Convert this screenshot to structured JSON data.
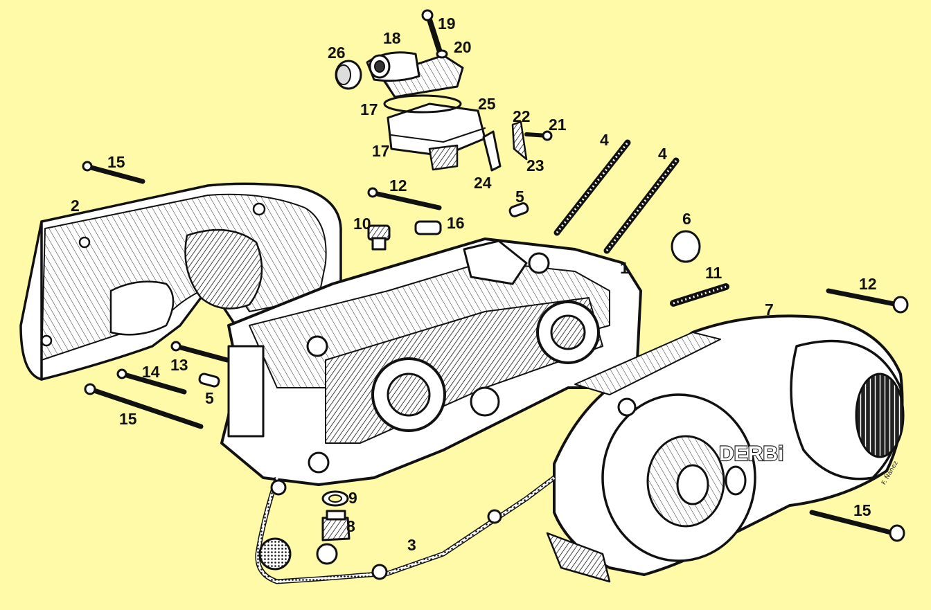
{
  "colors": {
    "background": "#FFFAA8",
    "ink": "#111111",
    "paper": "#FFFFFF",
    "shade": "#BDBDBD"
  },
  "diagram": {
    "brand_mark": "DERBi",
    "signature": "F. Ñánez",
    "callouts": [
      {
        "id": "c1",
        "text": "1"
      },
      {
        "id": "c2",
        "text": "2"
      },
      {
        "id": "c3",
        "text": "3"
      },
      {
        "id": "c4a",
        "text": "4"
      },
      {
        "id": "c4b",
        "text": "4"
      },
      {
        "id": "c5a",
        "text": "5"
      },
      {
        "id": "c5b",
        "text": "5"
      },
      {
        "id": "c6",
        "text": "6"
      },
      {
        "id": "c7",
        "text": "7"
      },
      {
        "id": "c8",
        "text": "8"
      },
      {
        "id": "c9",
        "text": "9"
      },
      {
        "id": "c10",
        "text": "10"
      },
      {
        "id": "c11",
        "text": "11"
      },
      {
        "id": "c12a",
        "text": "12"
      },
      {
        "id": "c12b",
        "text": "12"
      },
      {
        "id": "c13",
        "text": "13"
      },
      {
        "id": "c14",
        "text": "14"
      },
      {
        "id": "c15a",
        "text": "15"
      },
      {
        "id": "c15b",
        "text": "15"
      },
      {
        "id": "c15c",
        "text": "15"
      },
      {
        "id": "c16",
        "text": "16"
      },
      {
        "id": "c17a",
        "text": "17"
      },
      {
        "id": "c17b",
        "text": "17"
      },
      {
        "id": "c18",
        "text": "18"
      },
      {
        "id": "c19",
        "text": "19"
      },
      {
        "id": "c20",
        "text": "20"
      },
      {
        "id": "c21",
        "text": "21"
      },
      {
        "id": "c22",
        "text": "22"
      },
      {
        "id": "c23",
        "text": "23"
      },
      {
        "id": "c24",
        "text": "24"
      },
      {
        "id": "c25",
        "text": "25"
      },
      {
        "id": "c26",
        "text": "26"
      }
    ]
  }
}
